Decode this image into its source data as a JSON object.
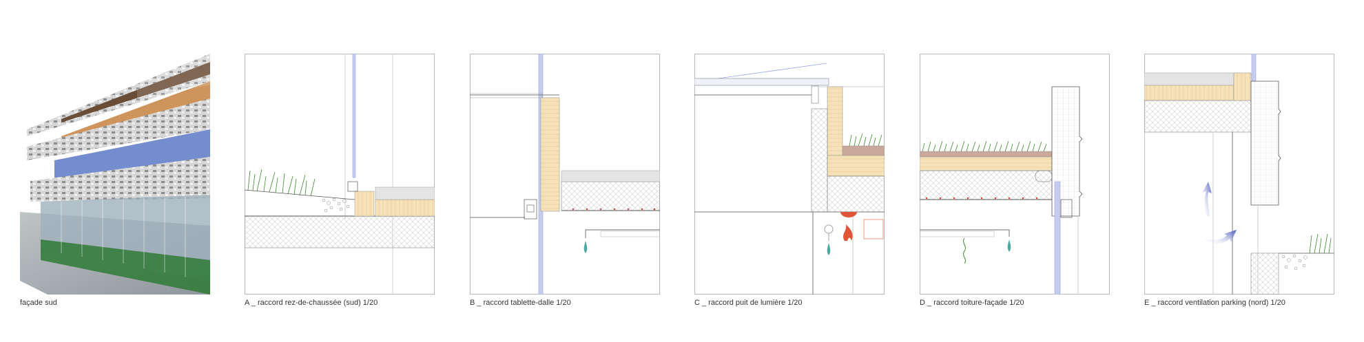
{
  "captions": {
    "facade": "façade sud",
    "a": "A _ raccord rez-de-chaussée (sud)  1/20",
    "b": "B _ raccord tablette-dalle  1/20",
    "c": "C _ raccord puit de lumière  1/20",
    "d": "D _ raccord toiture-façade  1/20",
    "e": "E _ raccord ventilation parking (nord)  1/20"
  },
  "icons": [
    "water-drop-icon",
    "flame-icon",
    "air-arrow-icon",
    "vegetation-icon"
  ],
  "colors": {
    "insulation": "#f6e2b8",
    "concrete_hatch": "#cfcfcf",
    "glass": "#9aa4e6",
    "earth": "#c9a89a",
    "water": "#4aa8a0",
    "fire": "#e05535",
    "grass": "#3a8a2a",
    "air": "#4455bb",
    "heating_dots": "#e03030"
  }
}
